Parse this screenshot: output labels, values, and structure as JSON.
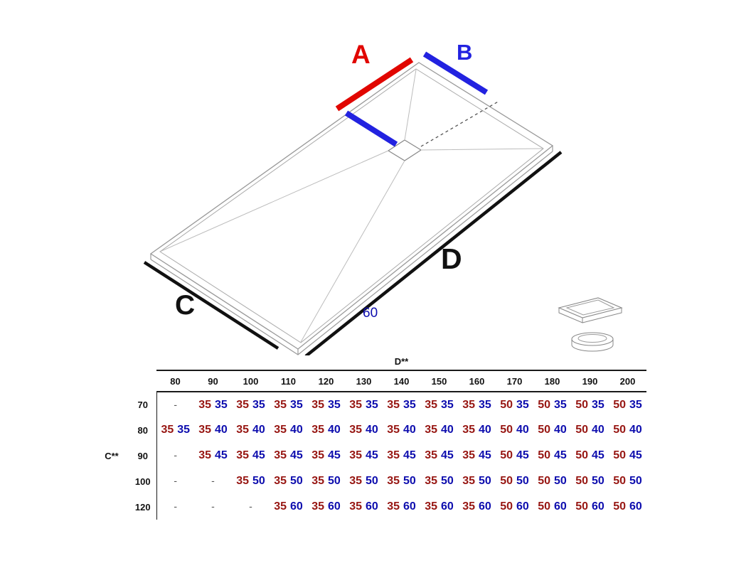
{
  "colors": {
    "value_red": "#971612",
    "value_blue": "#0d0dae",
    "dim_line_red": "#e10600",
    "dim_line_blue": "#2222e0"
  },
  "diagram": {
    "label_a": "A",
    "label_b": "B",
    "label_c": "C",
    "label_d": "D",
    "offset_note": "60"
  },
  "table": {
    "col_axis_label": "D**",
    "row_axis_label": "C**",
    "empty_cell": "-",
    "columns": [
      "80",
      "90",
      "100",
      "110",
      "120",
      "130",
      "140",
      "150",
      "160",
      "170",
      "180",
      "190",
      "200"
    ],
    "rows": [
      {
        "label": "70",
        "cells": [
          null,
          [
            "35",
            "35"
          ],
          [
            "35",
            "35"
          ],
          [
            "35",
            "35"
          ],
          [
            "35",
            "35"
          ],
          [
            "35",
            "35"
          ],
          [
            "35",
            "35"
          ],
          [
            "35",
            "35"
          ],
          [
            "35",
            "35"
          ],
          [
            "50",
            "35"
          ],
          [
            "50",
            "35"
          ],
          [
            "50",
            "35"
          ],
          [
            "50",
            "35"
          ]
        ]
      },
      {
        "label": "80",
        "cells": [
          [
            "35",
            "35"
          ],
          [
            "35",
            "40"
          ],
          [
            "35",
            "40"
          ],
          [
            "35",
            "40"
          ],
          [
            "35",
            "40"
          ],
          [
            "35",
            "40"
          ],
          [
            "35",
            "40"
          ],
          [
            "35",
            "40"
          ],
          [
            "35",
            "40"
          ],
          [
            "50",
            "40"
          ],
          [
            "50",
            "40"
          ],
          [
            "50",
            "40"
          ],
          [
            "50",
            "40"
          ]
        ]
      },
      {
        "label": "90",
        "cells": [
          null,
          [
            "35",
            "45"
          ],
          [
            "35",
            "45"
          ],
          [
            "35",
            "45"
          ],
          [
            "35",
            "45"
          ],
          [
            "35",
            "45"
          ],
          [
            "35",
            "45"
          ],
          [
            "35",
            "45"
          ],
          [
            "35",
            "45"
          ],
          [
            "50",
            "45"
          ],
          [
            "50",
            "45"
          ],
          [
            "50",
            "45"
          ],
          [
            "50",
            "45"
          ]
        ]
      },
      {
        "label": "100",
        "cells": [
          null,
          null,
          [
            "35",
            "50"
          ],
          [
            "35",
            "50"
          ],
          [
            "35",
            "50"
          ],
          [
            "35",
            "50"
          ],
          [
            "35",
            "50"
          ],
          [
            "35",
            "50"
          ],
          [
            "35",
            "50"
          ],
          [
            "50",
            "50"
          ],
          [
            "50",
            "50"
          ],
          [
            "50",
            "50"
          ],
          [
            "50",
            "50"
          ]
        ]
      },
      {
        "label": "120",
        "cells": [
          null,
          null,
          null,
          [
            "35",
            "60"
          ],
          [
            "35",
            "60"
          ],
          [
            "35",
            "60"
          ],
          [
            "35",
            "60"
          ],
          [
            "35",
            "60"
          ],
          [
            "35",
            "60"
          ],
          [
            "50",
            "60"
          ],
          [
            "50",
            "60"
          ],
          [
            "50",
            "60"
          ],
          [
            "50",
            "60"
          ]
        ]
      }
    ]
  }
}
